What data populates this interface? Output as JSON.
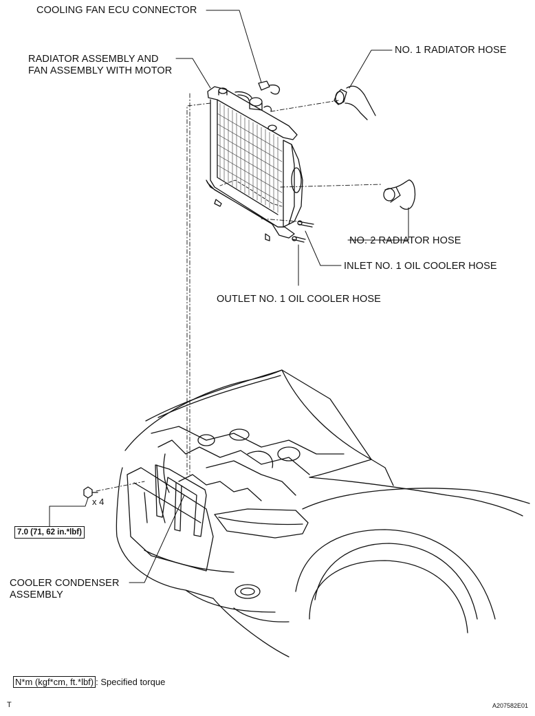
{
  "labels": {
    "fan_connector": "COOLING FAN ECU CONNECTOR",
    "radiator_line1": "RADIATOR ASSEMBLY AND",
    "radiator_line2": "FAN ASSEMBLY WITH MOTOR",
    "hose1": "NO. 1 RADIATOR HOSE",
    "hose2": "NO. 2 RADIATOR HOSE",
    "inlet": "INLET NO. 1 OIL COOLER HOSE",
    "outlet": "OUTLET NO. 1 OIL COOLER HOSE",
    "condenser_line1": "COOLER CONDENSER",
    "condenser_line2": "ASSEMBLY"
  },
  "torque": "7.0 (71, 62 in.*lbf)",
  "quantity": "x 4",
  "legend": {
    "unit": "N*m (kgf*cm, ft.*lbf)",
    "text": ": Specified torque"
  },
  "corner_mark": "T",
  "figure_code": "A207582E01",
  "colors": {
    "ink": "#111111",
    "paper": "#ffffff"
  }
}
